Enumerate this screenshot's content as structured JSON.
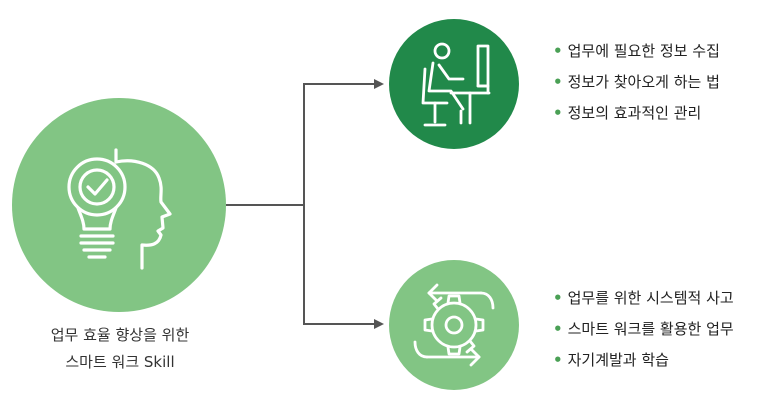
{
  "colors": {
    "light_green": "#82c584",
    "dark_green": "#21894a",
    "connector": "#555555",
    "bullet": "#4aa055",
    "icon_stroke": "#ffffff"
  },
  "main": {
    "icon": "lightbulb-head-icon",
    "caption_lines": [
      "업무 효율 향상을 위한",
      "스마트 워크 Skill"
    ]
  },
  "branches": [
    {
      "icon": "person-at-computer-icon",
      "bullet": "•",
      "items": [
        "업무에 필요한 정보 수집",
        "정보가 찾아오게 하는 법",
        "정보의 효과적인 관리"
      ]
    },
    {
      "icon": "gear-cycle-arrows-icon",
      "bullet": "•",
      "items": [
        "업무를 위한 시스템적 사고",
        "스마트 워크를 활용한 업무",
        "자기계발과 학습"
      ]
    }
  ]
}
